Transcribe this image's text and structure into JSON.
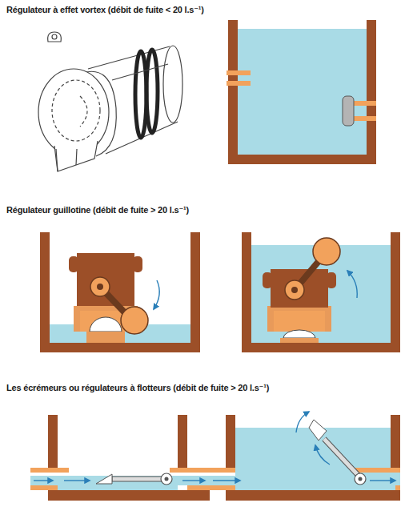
{
  "diagram": {
    "labels": [
      "Régulateur à effet vortex (débit de fuite < 20 l.s⁻¹)",
      "Régulateur guillotine (débit de fuite > 20 l.s⁻¹)",
      "Les écrémeurs ou régulateurs à flotteurs (débit de fuite > 20 l.s⁻¹)"
    ]
  }
}
